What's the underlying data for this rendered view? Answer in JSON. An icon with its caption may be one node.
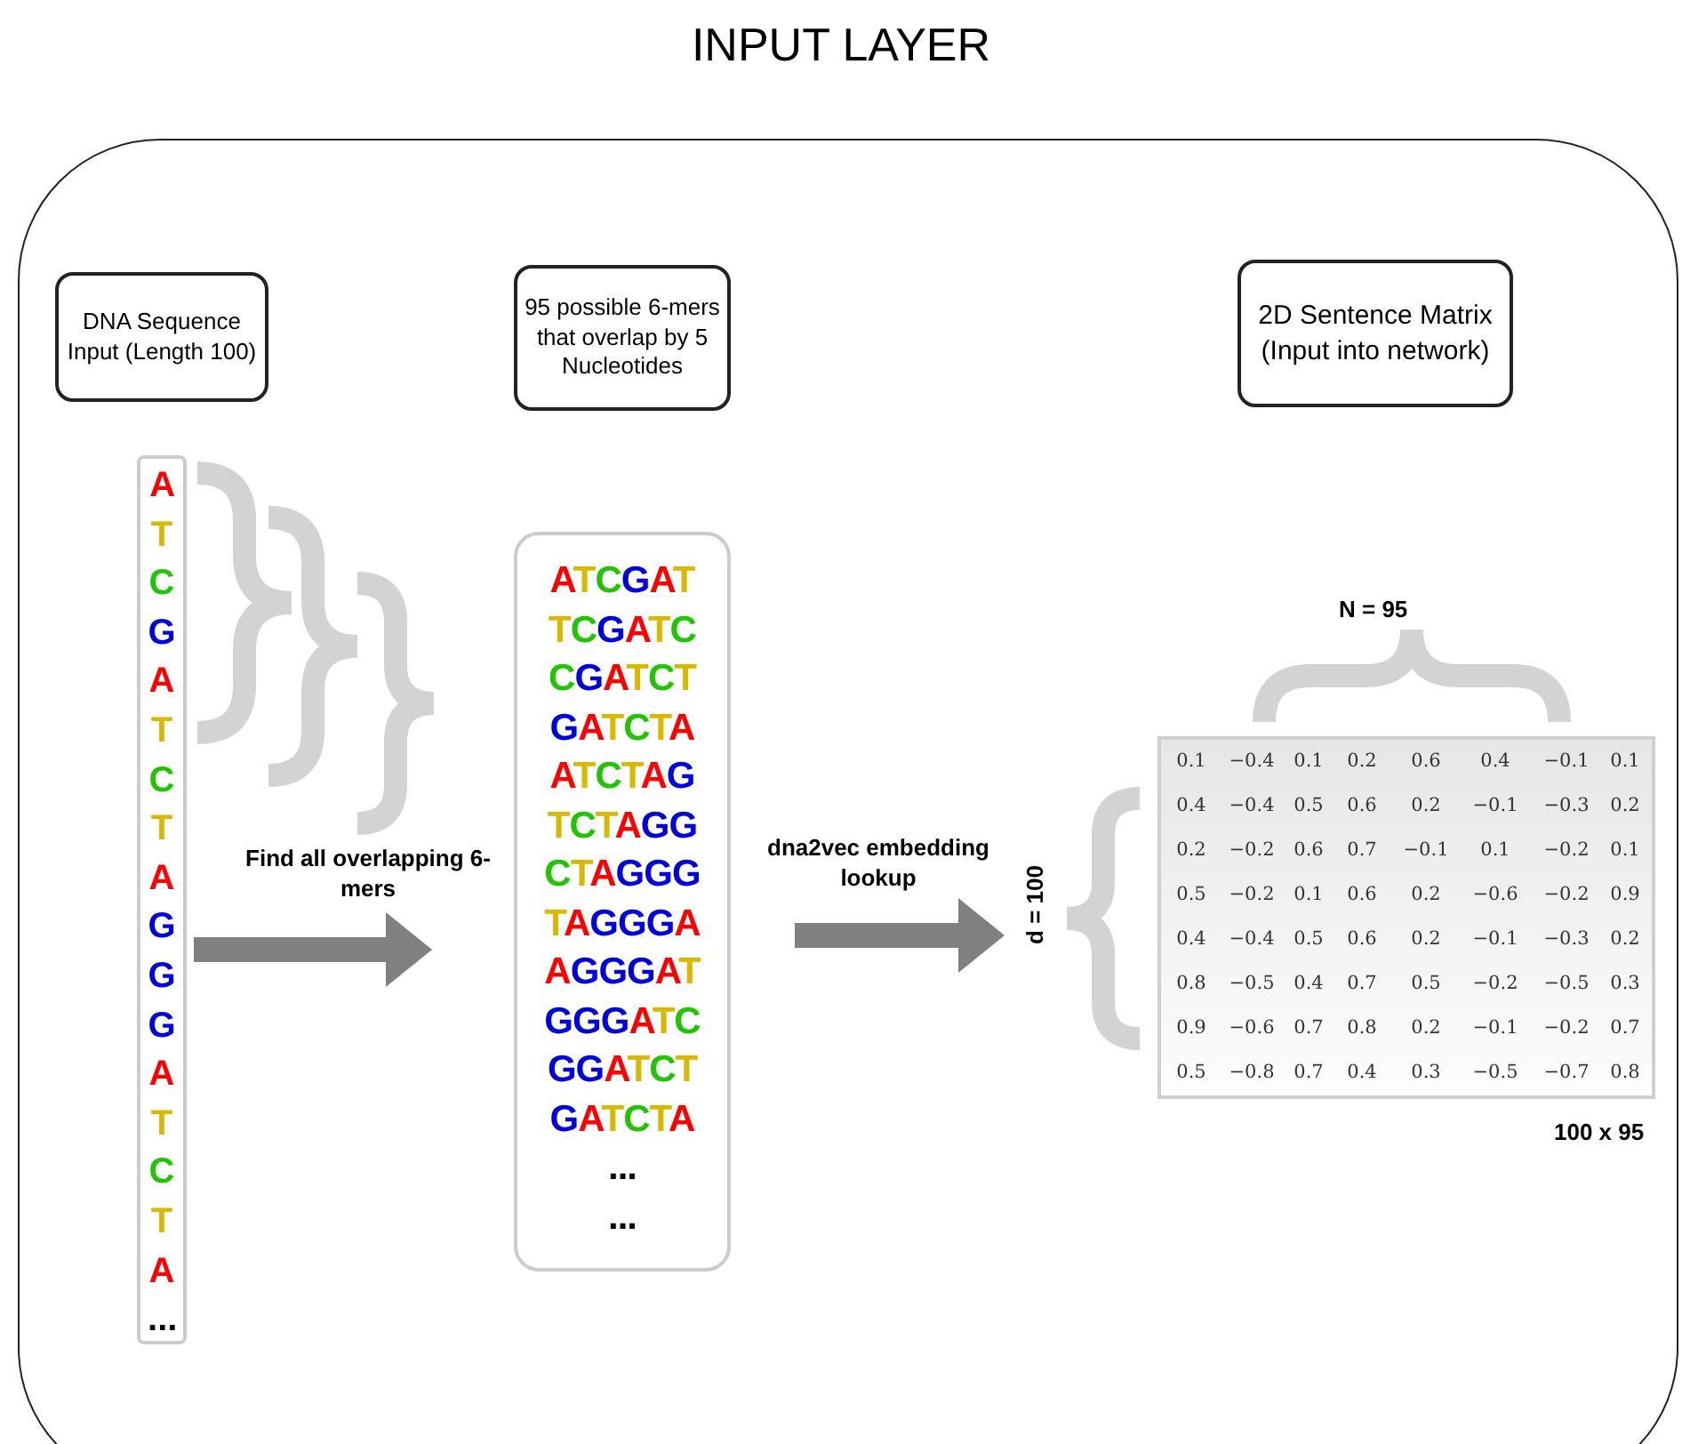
{
  "diagram": {
    "title": "INPUT LAYER",
    "nodes": [
      {
        "text": [],
        "shape": "box"
      },
      {
        "text": [
          "DNA Sequence Input (Length 100)"
        ],
        "in": 0
      },
      {
        "text": [
          "95 possible 6-mers that overlap by 5 Nucleotides"
        ],
        "in": 0
      },
      {
        "text": [
          "2D Sentence Matrix (Input into network)"
        ],
        "in": 0
      },
      {
        "text": [
          "A T C G A T C T A G G G A T C T A ..."
        ],
        "in": 0
      },
      {
        "text": [
          "ATCGAT",
          "TCGATC",
          "CGATCT",
          "GATCTA",
          "ATCTAG",
          "TCTAGG",
          "CTAGGG",
          "TAGGGA",
          "AGGGAT",
          "GGGATC",
          "GGATCT",
          "GATCTA",
          "...",
          "..."
        ],
        "in": 0
      },
      {
        "text": [],
        "shape": "box",
        "in": 0
      }
    ],
    "edges": [
      {
        "from": 4,
        "to": 5,
        "arrow": "to",
        "label": "Find all overlapping 6-mers"
      },
      {
        "from": 5,
        "to": 6,
        "arrow": "to",
        "label": "dna2vec embedding lookup"
      }
    ],
    "labels": [
      "N = 95",
      "d = 100",
      "0.1",
      "−0.4",
      "0.1",
      "0.2",
      "0.6",
      "0.4",
      "−0.1",
      "0.1",
      "0.4",
      "−0.4",
      "0.5",
      "0.6",
      "0.2",
      "−0.1",
      "−0.3",
      "0.2",
      "0.2",
      "−0.2",
      "0.6",
      "0.7",
      "−0.1",
      "0.1",
      "−0.2",
      "0.1",
      "0.5",
      "−0.2",
      "0.1",
      "0.6",
      "0.2",
      "−0.6",
      "−0.2",
      "0.9",
      "0.4",
      "−0.4",
      "0.5",
      "0.6",
      "0.2",
      "−0.1",
      "−0.3",
      "0.2",
      "0.8",
      "−0.5",
      "0.4",
      "0.7",
      "0.5",
      "−0.2",
      "−0.5",
      "0.3",
      "0.9",
      "−0.6",
      "0.7",
      "0.8",
      "0.2",
      "−0.1",
      "−0.2",
      "0.7",
      "0.5",
      "−0.8",
      "0.7",
      "0.4",
      "0.3",
      "−0.5",
      "−0.7",
      "0.8",
      "100 x 95"
    ]
  }
}
